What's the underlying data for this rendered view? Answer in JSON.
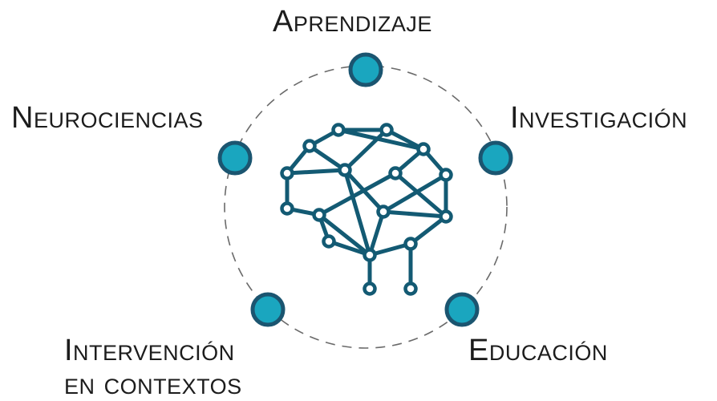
{
  "labels": {
    "top": "Aprendizaje",
    "left": "Neurociencias",
    "right": "Investigación",
    "bottom_right": "Educación",
    "bottom_left_line1": "Intervención",
    "bottom_left_line2": "en contextos"
  },
  "colors": {
    "brain_stroke": "#135a73",
    "node_fill": "#1aa6bf",
    "node_ring": "#1b5570",
    "dash_circle": "#6a6a6a",
    "label_text": "#1c1c1c"
  },
  "icons": {
    "center": "brain-network-icon"
  }
}
